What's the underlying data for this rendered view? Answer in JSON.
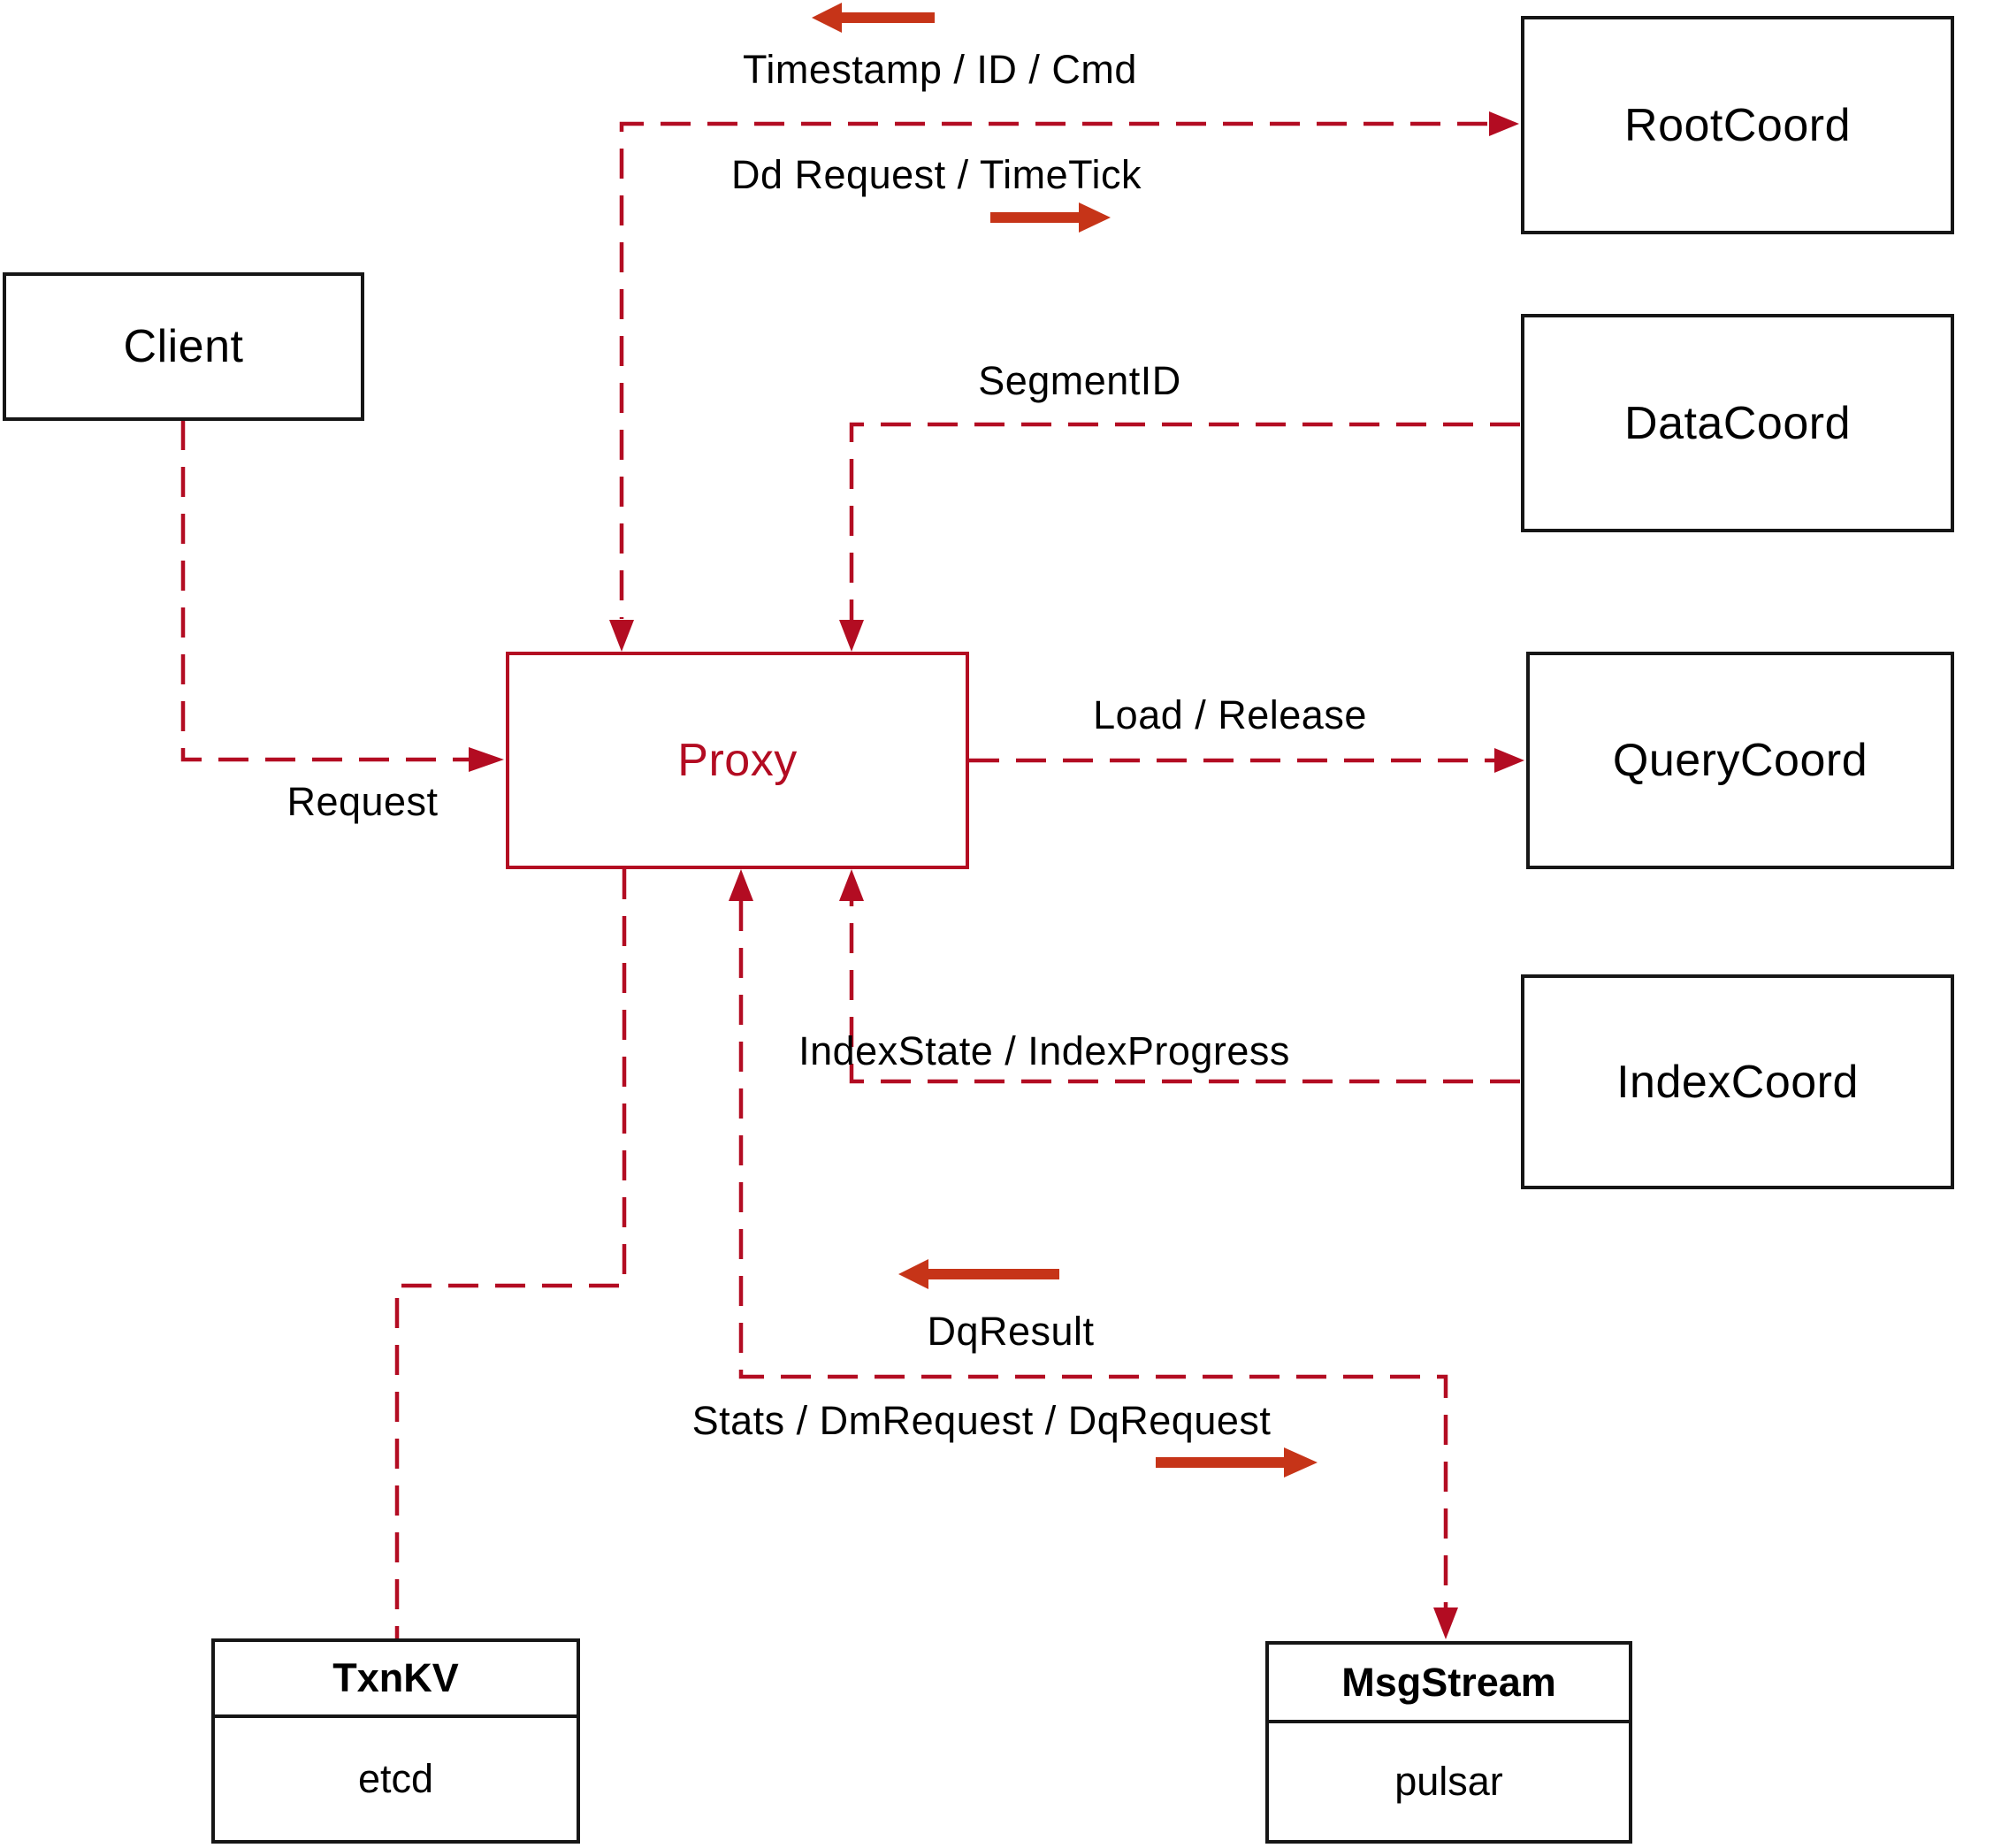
{
  "diagram": {
    "nodes": {
      "client": {
        "label": "Client"
      },
      "proxy": {
        "label": "Proxy"
      },
      "root_coord": {
        "label": "RootCoord"
      },
      "data_coord": {
        "label": "DataCoord"
      },
      "query_coord": {
        "label": "QueryCoord"
      },
      "index_coord": {
        "label": "IndexCoord"
      },
      "txn_kv": {
        "title": "TxnKV",
        "subtitle": "etcd"
      },
      "msg_stream": {
        "title": "MsgStream",
        "subtitle": "pulsar"
      }
    },
    "edge_labels": {
      "timestamp_id_cmd": "Timestamp / ID / Cmd",
      "dd_request_timetick": "Dd Request / TimeTick",
      "segment_id": "SegmentID",
      "load_release": "Load / Release",
      "index_state_progress": "IndexState / IndexProgress",
      "request": "Request",
      "dq_result": "DqResult",
      "stats_dm_dq": "Stats / DmRequest / DqRequest"
    },
    "colors": {
      "connector_red": "#b30c22",
      "annotation_arrow_red": "#c63418",
      "box_border": "#161616",
      "proxy_accent": "#b30c22",
      "text": "#000000",
      "background": "#ffffff"
    }
  }
}
